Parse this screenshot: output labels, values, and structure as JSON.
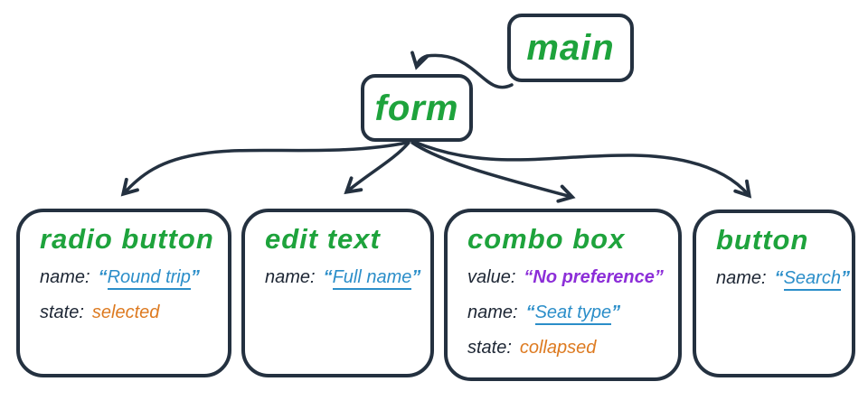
{
  "colors": {
    "ink": "#243140",
    "role_green": "#1ea33c",
    "name_blue": "#2b8ec9",
    "state_orange": "#dd7a20",
    "value_purple": "#8c2ed8"
  },
  "tree": {
    "root": {
      "label": "main"
    },
    "form": {
      "label": "form"
    },
    "edges": [
      {
        "from": "main",
        "to": "form"
      },
      {
        "from": "form",
        "to": "radio button"
      },
      {
        "from": "form",
        "to": "edit text"
      },
      {
        "from": "form",
        "to": "combo box"
      },
      {
        "from": "form",
        "to": "button"
      }
    ],
    "children": [
      {
        "title": "radio button",
        "props": [
          {
            "key": "name:",
            "oq": "“",
            "value": "Round trip",
            "cq": "”"
          },
          {
            "key": "state:",
            "value": "selected"
          }
        ]
      },
      {
        "title": "edit text",
        "props": [
          {
            "key": "name:",
            "oq": "“",
            "value": "Full name",
            "cq": "”"
          }
        ]
      },
      {
        "title": "combo box",
        "props": [
          {
            "key": "value:",
            "oq": "“",
            "value": "No preference",
            "cq": "”"
          },
          {
            "key": "name:",
            "oq": "“",
            "value": "Seat type",
            "cq": "”"
          },
          {
            "key": "state:",
            "value": "collapsed"
          }
        ]
      },
      {
        "title": "button",
        "props": [
          {
            "key": "name:",
            "oq": "“",
            "value": "Search",
            "cq": "”"
          }
        ]
      }
    ]
  }
}
